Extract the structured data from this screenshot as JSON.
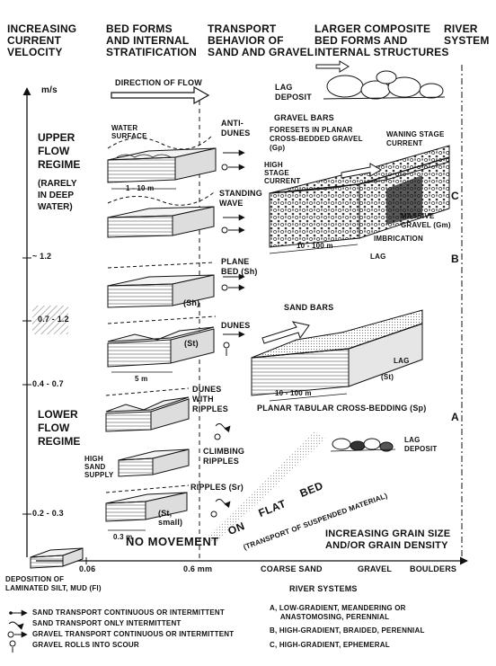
{
  "headers": {
    "velocity": "INCREASING\nCURRENT\nVELOCITY",
    "bedforms": "BED FORMS\nAND INTERNAL\nSTRATIFICATION",
    "transport": "TRANSPORT\nBEHAVIOR OF\nSAND AND GRAVEL",
    "composite": "LARGER COMPOSITE\nBED FORMS AND\nINTERNAL STRUCTURES",
    "river": "RIVER\nSYSTEM"
  },
  "axis": {
    "unit": "m/s",
    "v_1_2": "~ 1.2",
    "v_07_12": "0.7 - 1.2",
    "v_04_07": "0.4 - 0.7",
    "v_02_03": "0.2 - 0.3",
    "x_006": "0.06",
    "x_06mm": "0.6 mm",
    "x_coarse": "COARSE SAND",
    "x_gravel": "GRAVEL",
    "x_boulders": "BOULDERS"
  },
  "regimes": {
    "upper": "UPPER\nFLOW\nREGIME",
    "upper_note": "(RARELY\nIN DEEP\nWATER)",
    "lower": "LOWER\nFLOW\nREGIME"
  },
  "labels": {
    "direction": "DIRECTION OF FLOW",
    "water_surface": "WATER\nSURFACE",
    "antidunes": "ANTI-\nDUNES",
    "scale_1_10": "1 - 10 m",
    "standing_wave": "STANDING\nWAVE",
    "plane_bed": "PLANE\nBED (Sh)",
    "sh": "(Sh)",
    "dunes": "DUNES",
    "st": "(St)",
    "scale_5m": "5 m",
    "dunes_ripples": "DUNES\nWITH\nRIPPLES",
    "climbing": "CLIMBING\nRIPPLES",
    "high_sand": "HIGH\nSAND\nSUPPLY",
    "ripples": "RIPPLES (Sr)",
    "st_small": "(St,\nsmall)",
    "scale_03m": "0.3 m",
    "lag_deposit_top": "LAG\nDEPOSIT",
    "gravel_bars": "GRAVEL BARS",
    "foresets": "FORESETS IN PLANAR\nCROSS-BEDDED GRAVEL\n(Gp)",
    "waning": "WANING STAGE\nCURRENT",
    "high_stage": "HIGH\nSTAGE\nCURRENT",
    "massive": "MASSIVE\nGRAVEL (Gm)",
    "imbrication": "IMBRICATION",
    "lag": "LAG",
    "scale_10_100_a": "10 - 100 m",
    "sand_bars": "SAND BARS",
    "lag2": "LAG",
    "st2": "(St)",
    "scale_10_100_b": "10 - 100 m",
    "planar_tabular": "PLANAR TABULAR CROSS-BEDDING (Sp)",
    "lag_deposit_bottom": "LAG\nDEPOSIT",
    "no_movement": "NO  MOVEMENT",
    "on": "ON",
    "flat": "FLAT",
    "bed": "BED",
    "suspended": "(TRANSPORT OF SUSPENDED MATERIAL)",
    "grain": "INCREASING GRAIN SIZE\nAND/OR GRAIN DENSITY",
    "deposition": "DEPOSITION OF\nLAMINATED SILT, MUD (Fl)",
    "river_c": "C",
    "river_b": "B",
    "river_a": "A"
  },
  "legend": {
    "items": [
      "SAND TRANSPORT CONTINUOUS OR INTERMITTENT",
      "SAND TRANSPORT ONLY INTERMITTENT",
      "GRAVEL TRANSPORT CONTINUOUS OR INTERMITTENT",
      "GRAVEL ROLLS INTO SCOUR"
    ],
    "river_title": "RIVER SYSTEMS",
    "river_items": [
      "A, LOW-GRADIENT, MEANDERING OR\n     ANASTOMOSING, PERENNIAL",
      "B, HIGH-GRADIENT, BRAIDED, PERENNIAL",
      "C, HIGH-GRADIENT, EPHEMERAL"
    ]
  }
}
